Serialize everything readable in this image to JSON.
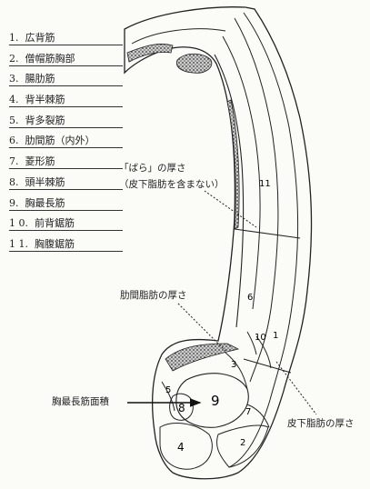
{
  "legend": [
    {
      "num": "1.",
      "label": "広背筋"
    },
    {
      "num": "2.",
      "label": "僧帽筋胸部"
    },
    {
      "num": "3.",
      "label": "腸肋筋"
    },
    {
      "num": "4.",
      "label": "背半棘筋"
    },
    {
      "num": "5.",
      "label": "背多裂筋"
    },
    {
      "num": "6.",
      "label": "肋間筋（内外）"
    },
    {
      "num": "7.",
      "label": "菱形筋"
    },
    {
      "num": "8.",
      "label": "頭半棘筋"
    },
    {
      "num": "9.",
      "label": "胸最長筋"
    },
    {
      "num": "1 0.",
      "label": "前背鋸筋"
    },
    {
      "num": "1 1.",
      "label": "胸腹鋸筋"
    }
  ],
  "annotations": {
    "bara_line1": "「ばら」の厚さ",
    "bara_line2": "（皮下脂肪を含まない）",
    "intercostal_fat": "肋間脂肪の厚さ",
    "loin_eye_area": "胸最長筋面積",
    "subcutaneous_fat": "皮下脂肪の厚さ"
  },
  "numbers": {
    "n1": "1",
    "n2": "2",
    "n3": "3",
    "n4": "4",
    "n5": "5",
    "n6": "6",
    "n7": "7",
    "n8": "8",
    "n9": "9",
    "n10": "10",
    "n11": "11"
  }
}
